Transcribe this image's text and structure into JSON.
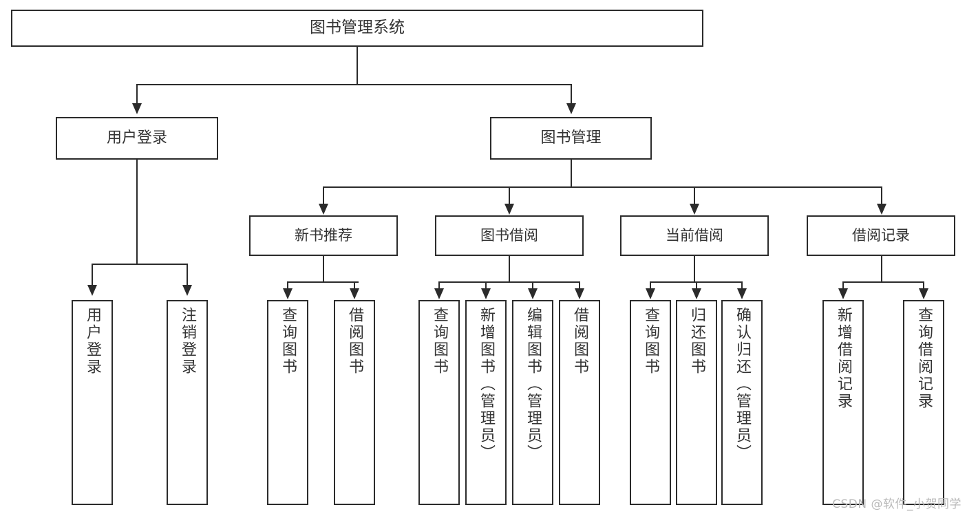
{
  "diagram": {
    "title": "图书管理系统",
    "type": "tree-hierarchy-diagram",
    "colors": {
      "box_border": "#2b2b2b",
      "box_fill": "#ffffff",
      "text": "#333333",
      "connector": "#2b2b2b",
      "watermark": "#b9b9b9"
    },
    "root": {
      "label": "图书管理系统"
    },
    "level2": [
      {
        "label": "用户登录"
      },
      {
        "label": "图书管理"
      }
    ],
    "level3": [
      {
        "label": "新书推荐"
      },
      {
        "label": "图书借阅"
      },
      {
        "label": "当前借阅"
      },
      {
        "label": "借阅记录"
      }
    ],
    "leaves": {
      "user_login": [
        {
          "label": "用户登录"
        },
        {
          "label": "注销登录"
        }
      ],
      "new_book_recommend": [
        {
          "label": "查询图书"
        },
        {
          "label": "借阅图书"
        }
      ],
      "book_borrow": [
        {
          "label": "查询图书"
        },
        {
          "label": "新增图书（管理员）"
        },
        {
          "label": "编辑图书（管理员）"
        },
        {
          "label": "借阅图书"
        }
      ],
      "current_borrow": [
        {
          "label": "查询图书"
        },
        {
          "label": "归还图书"
        },
        {
          "label": "确认归还（管理员）"
        }
      ],
      "borrow_record": [
        {
          "label": "新增借阅记录"
        },
        {
          "label": "查询借阅记录"
        }
      ]
    }
  },
  "watermark": {
    "text": "CSDN @软件_小贺同学"
  }
}
